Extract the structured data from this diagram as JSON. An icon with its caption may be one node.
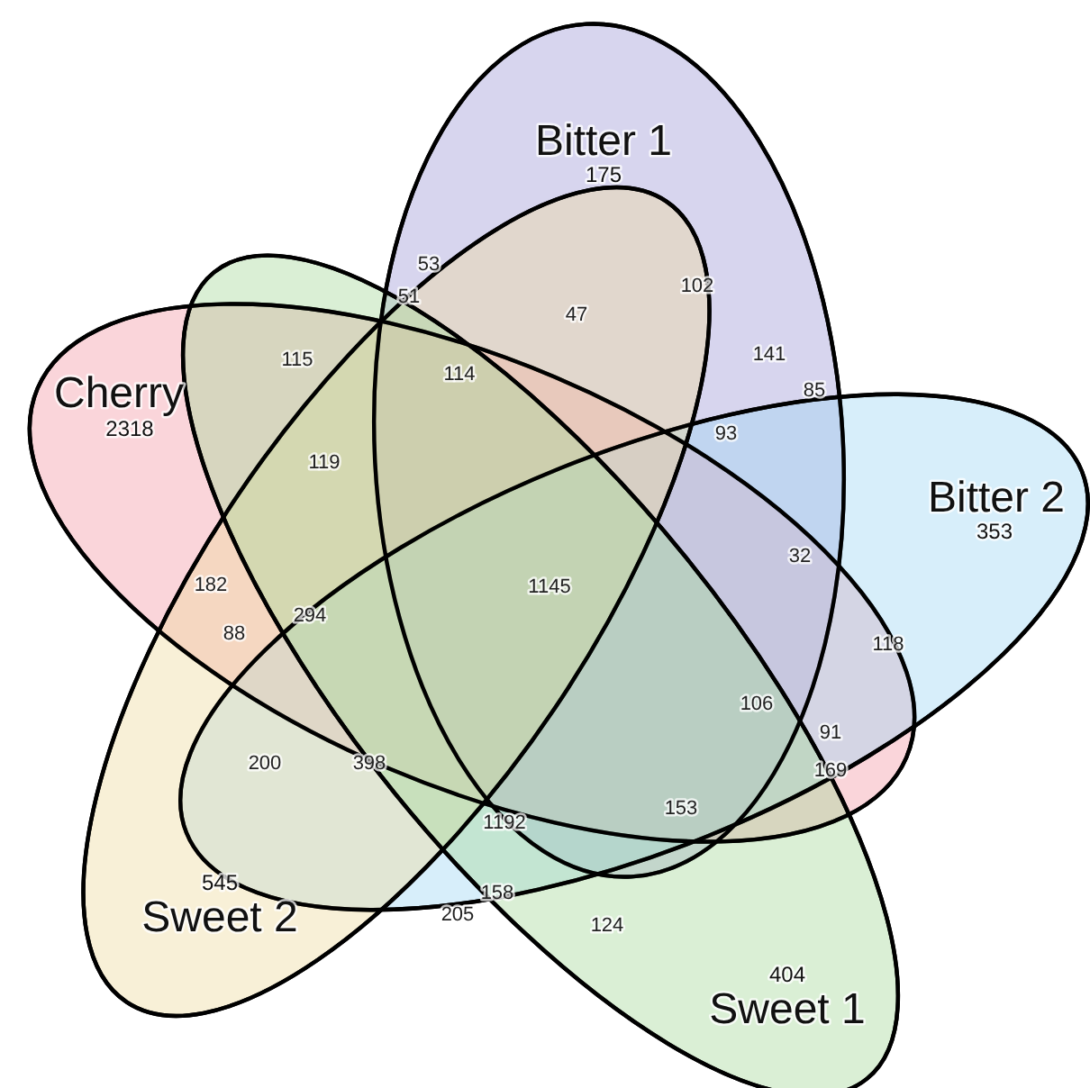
{
  "diagram": {
    "nodes": [
      {
        "text": [
          "Bitter 1",
          "175"
        ]
      },
      {
        "text": [
          "Cherry",
          "2318"
        ]
      },
      {
        "text": [
          "Bitter 2",
          "353"
        ]
      },
      {
        "text": [
          "545",
          "Sweet 2"
        ]
      },
      {
        "text": [
          "404",
          "Sweet 1"
        ]
      }
    ],
    "edges": [],
    "labels": [
      "53",
      "51",
      "102",
      "47",
      "115",
      "114",
      "141",
      "85",
      "119",
      "93",
      "32",
      "1145",
      "182",
      "88",
      "294",
      "118",
      "106",
      "91",
      "169",
      "200",
      "398",
      "1192",
      "153",
      "158",
      "205",
      "124"
    ]
  }
}
